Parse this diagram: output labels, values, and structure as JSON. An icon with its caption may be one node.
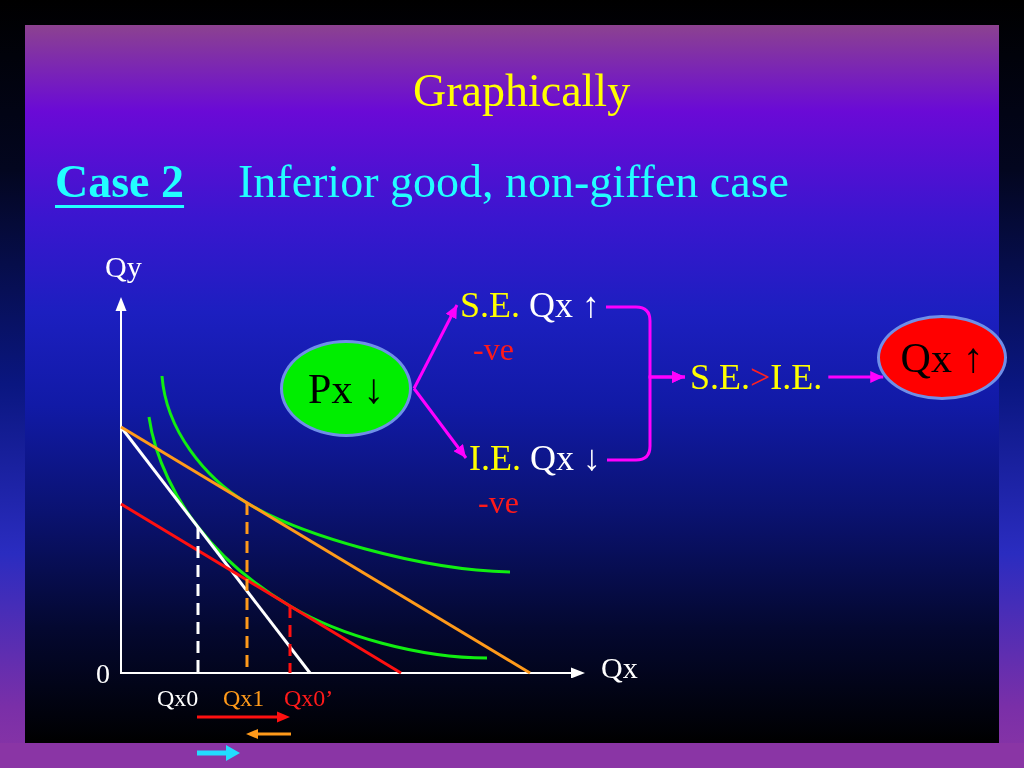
{
  "diagram": {
    "title": "Graphically",
    "nodes": [
      {
        "text": [
          "Px ↓"
        ]
      },
      {
        "text": [
          "S.E.",
          "Qx ↑"
        ],
        "beside": [
          "-ve"
        ]
      },
      {
        "text": [
          "I.E.",
          "Qx ↓"
        ],
        "beside": [
          "-ve"
        ]
      },
      {
        "text": [
          "S.E.",
          ">",
          "I.E."
        ]
      },
      {
        "text": [
          "Qx ↑"
        ]
      }
    ],
    "edges": [
      {
        "from": 0,
        "to": 1,
        "arrow": "to"
      },
      {
        "from": 0,
        "to": 2,
        "arrow": "to"
      },
      {
        "from": 1,
        "to": 3,
        "arrow": "to"
      },
      {
        "from": 2,
        "to": 3,
        "arrow": "to"
      },
      {
        "from": 3,
        "to": 4,
        "arrow": "to"
      }
    ],
    "labels": [
      "Case 2",
      "Inferior good, non-giffen case",
      "Qy",
      "0",
      "Qx",
      "Qx0",
      "Qx1",
      "Qx0’"
    ]
  }
}
